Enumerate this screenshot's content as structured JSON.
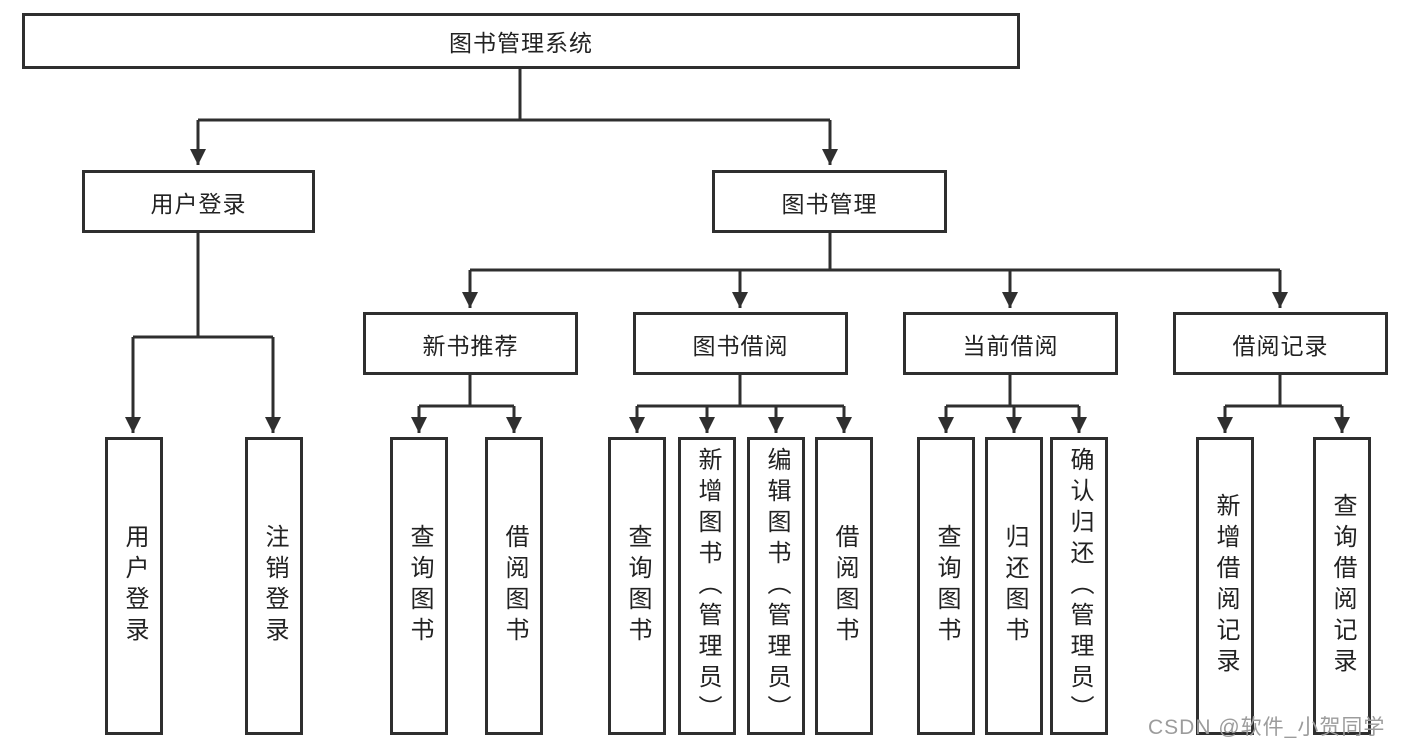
{
  "diagram_type": "function-structure-tree",
  "colors": {
    "line": "#2f2f2f",
    "box_border": "#2f2f2f",
    "box_bg": "#ffffff",
    "text": "#222222",
    "watermark": "#9c9c9c"
  },
  "tree": {
    "root": {
      "label": "图书管理系统"
    },
    "branches": [
      {
        "label": "用户登录",
        "children": [
          {
            "label": "用户登录"
          },
          {
            "label": "注销登录"
          }
        ]
      },
      {
        "label": "图书管理",
        "groups": [
          {
            "label": "新书推荐",
            "children": [
              {
                "label": "查询图书"
              },
              {
                "label": "借阅图书"
              }
            ]
          },
          {
            "label": "图书借阅",
            "children": [
              {
                "label": "查询图书"
              },
              {
                "label": "新增图书（管理员）"
              },
              {
                "label": "编辑图书（管理员）"
              },
              {
                "label": "借阅图书"
              }
            ]
          },
          {
            "label": "当前借阅",
            "children": [
              {
                "label": "查询图书"
              },
              {
                "label": "归还图书"
              },
              {
                "label": "确认归还（管理员）"
              }
            ]
          },
          {
            "label": "借阅记录",
            "children": [
              {
                "label": "新增借阅记录"
              },
              {
                "label": "查询借阅记录"
              }
            ]
          }
        ]
      }
    ]
  },
  "watermark": {
    "text": "CSDN @软件_小贺同学"
  }
}
